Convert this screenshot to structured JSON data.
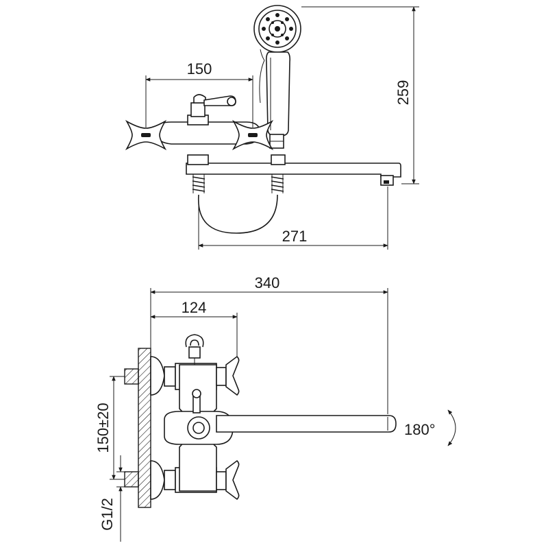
{
  "diagram": {
    "dimensions": {
      "top_handle_spacing": "150",
      "top_height": "259",
      "top_spout_reach": "271",
      "side_total_length": "340",
      "side_body_depth": "124",
      "side_vertical_spacing": "150±20",
      "side_thread": "G1/2",
      "rotation": "180°"
    },
    "colors": {
      "line": "#1a1a1a",
      "background": "#ffffff"
    }
  }
}
